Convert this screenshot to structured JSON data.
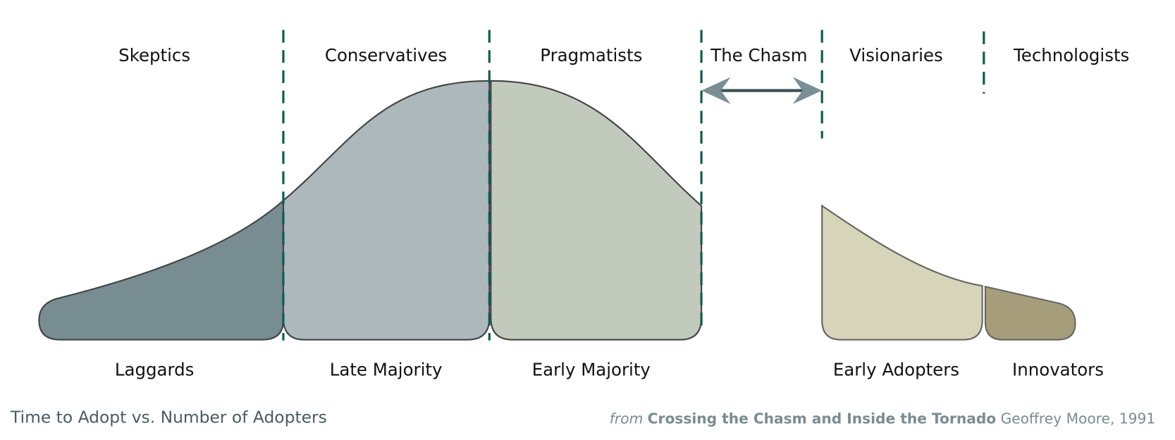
{
  "segments": [
    {
      "group": "Skeptics",
      "label": "Laggards",
      "color": "#778d91"
    },
    {
      "group": "Conservatives",
      "label": "Late Majority",
      "color": "#adb8bc"
    },
    {
      "group": "Pragmatists",
      "label": "Early Majority",
      "color": "#c2cabe"
    },
    {
      "group": "Visionaries",
      "label": "Early Adopters",
      "color": "#d6d4b9"
    },
    {
      "group": "Technologists",
      "label": "Innovators",
      "color": "#a69d7a"
    }
  ],
  "chasm": {
    "label": "The Chasm",
    "arrow_color": "#7a8f93"
  },
  "divider_color": "#0d5c4f",
  "footer": {
    "caption": "Time to Adopt vs. Number of Adopters",
    "source_prefix": "from",
    "source_title": "Crossing the Chasm and Inside the Tornado",
    "source_author": "Geoffrey Moore, 1991"
  }
}
